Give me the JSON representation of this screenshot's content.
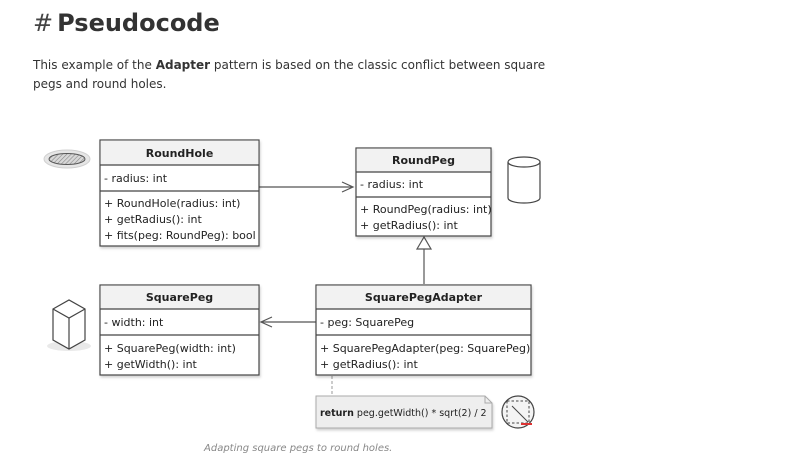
{
  "section": {
    "hash": "#",
    "title": "Pseudocode"
  },
  "intro": {
    "text_before": "This example of the ",
    "bold": "Adapter",
    "text_after": " pattern is based on the classic conflict between square pegs and round holes."
  },
  "diagram": {
    "round_hole": {
      "name": "RoundHole",
      "fields": [
        "- radius: int"
      ],
      "methods": [
        "+ RoundHole(radius: int)",
        "+ getRadius(): int",
        "+ fits(peg: RoundPeg): bool"
      ]
    },
    "round_peg": {
      "name": "RoundPeg",
      "fields": [
        "- radius: int"
      ],
      "methods": [
        "+ RoundPeg(radius: int)",
        "+ getRadius(): int"
      ]
    },
    "square_peg": {
      "name": "SquarePeg",
      "fields": [
        "- width: int"
      ],
      "methods": [
        "+ SquarePeg(width: int)",
        "+ getWidth(): int"
      ]
    },
    "adapter": {
      "name": "SquarePegAdapter",
      "fields": [
        "- peg: SquarePeg"
      ],
      "methods": [
        "+ SquarePegAdapter(peg: SquarePeg)",
        "+ getRadius(): int"
      ]
    },
    "note": {
      "keyword": "return",
      "code": " peg.getWidth() * sqrt(2) / 2"
    }
  },
  "caption": "Adapting square pegs to round holes.",
  "colors": {
    "box_header": "#f2f2f2",
    "box_fill": "#ffffff",
    "border": "#444444",
    "note_fill": "#eeeeee",
    "line": "#555555"
  }
}
